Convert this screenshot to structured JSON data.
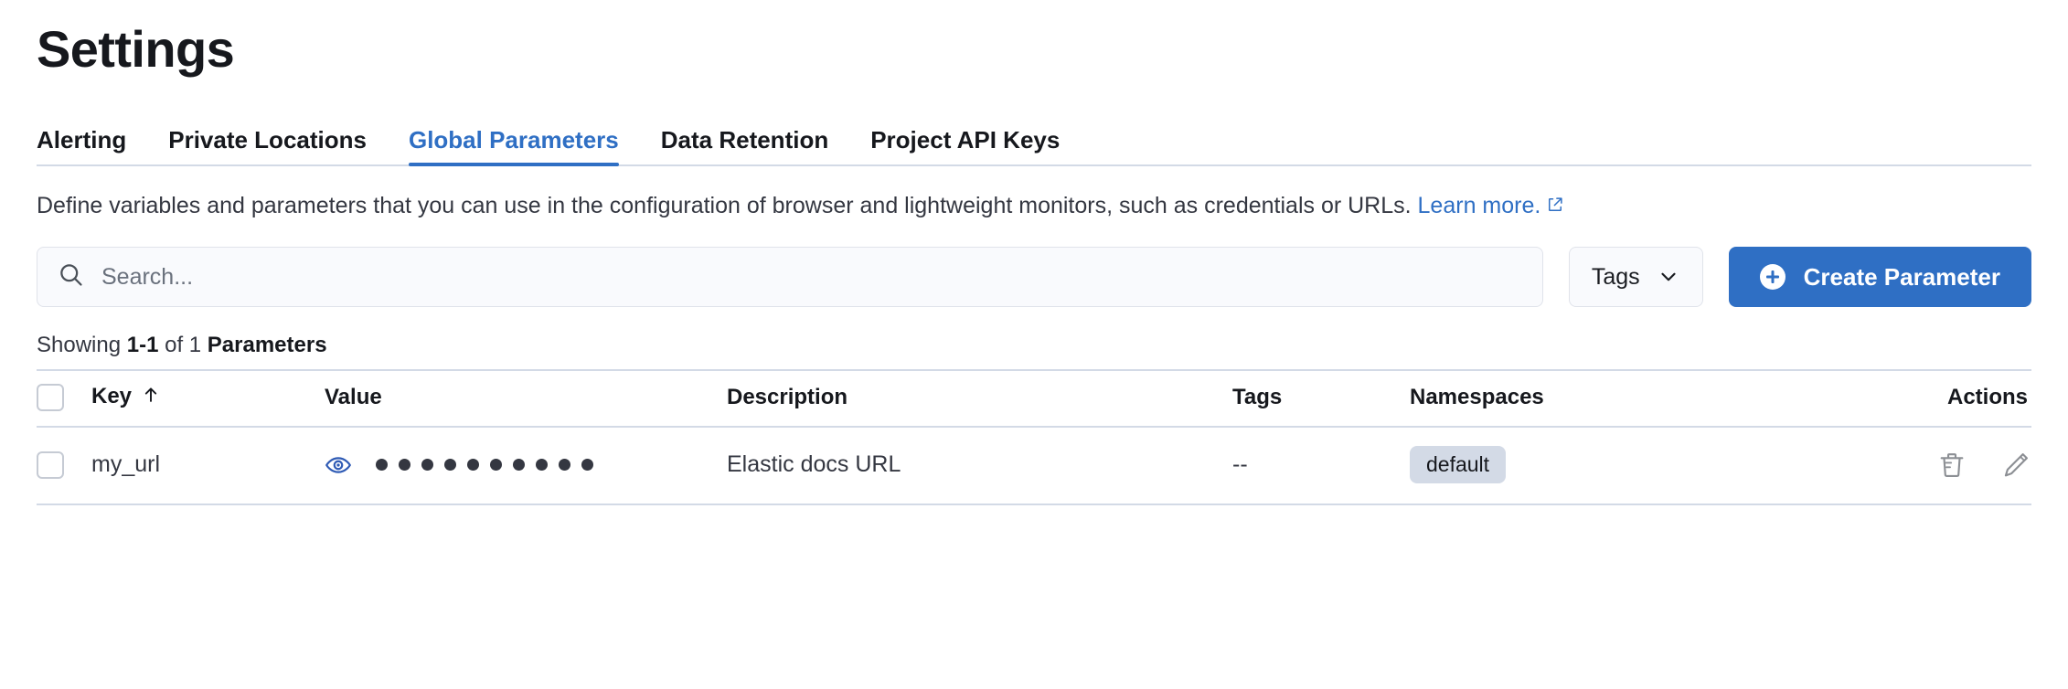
{
  "header": {
    "title": "Settings"
  },
  "tabs": [
    {
      "label": "Alerting",
      "active": false
    },
    {
      "label": "Private Locations",
      "active": false
    },
    {
      "label": "Global Parameters",
      "active": true
    },
    {
      "label": "Data Retention",
      "active": false
    },
    {
      "label": "Project API Keys",
      "active": false
    }
  ],
  "description": {
    "text": "Define variables and parameters that you can use in the configuration of browser and lightweight monitors, such as credentials or URLs.",
    "link_label": "Learn more.",
    "external_link_icon": "external-link-icon"
  },
  "controls": {
    "search_placeholder": "Search...",
    "search_value": "",
    "search_icon": "search-icon",
    "tags_label": "Tags",
    "tags_chevron_icon": "chevron-down-icon",
    "create_label": "Create Parameter",
    "create_icon": "plus-circle-icon",
    "accent_color": "#2f6fc4"
  },
  "results": {
    "prefix": "Showing ",
    "range": "1-1",
    "middle": " of 1 ",
    "noun": "Parameters"
  },
  "table": {
    "columns": [
      {
        "key": "select",
        "label": ""
      },
      {
        "key": "key",
        "label": "Key",
        "sort_icon": "sort-arrow-up-icon"
      },
      {
        "key": "value",
        "label": "Value"
      },
      {
        "key": "description",
        "label": "Description"
      },
      {
        "key": "tags",
        "label": "Tags"
      },
      {
        "key": "namespaces",
        "label": "Namespaces"
      },
      {
        "key": "actions",
        "label": "Actions"
      }
    ],
    "rows": [
      {
        "key": "my_url",
        "value_masked": "••••••••••",
        "value_dot_count": 10,
        "value_reveal_icon": "eye-icon",
        "description": "Elastic docs URL",
        "tags": "--",
        "namespace_badge": "default",
        "actions": [
          {
            "name": "delete-icon"
          },
          {
            "name": "edit-icon"
          }
        ]
      }
    ]
  }
}
